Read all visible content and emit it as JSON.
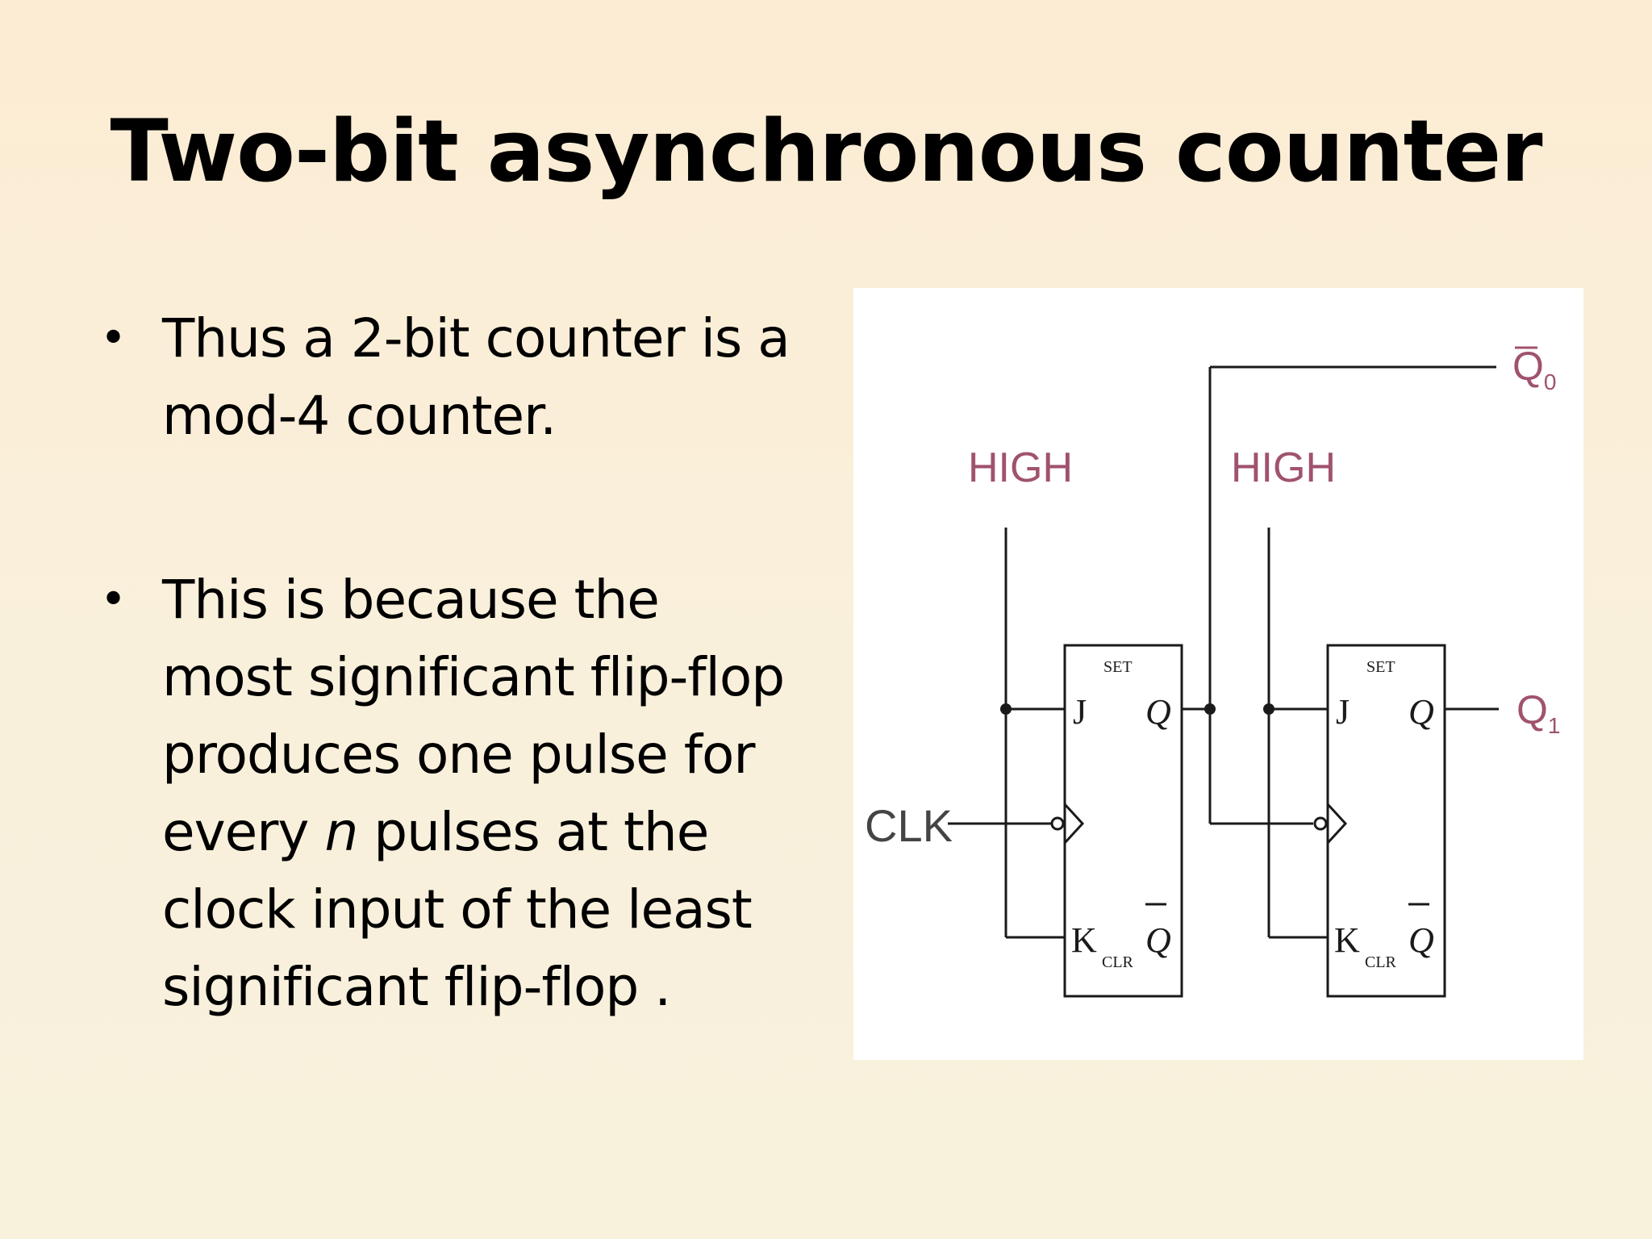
{
  "slide": {
    "title": "Two-bit asynchronous counter",
    "bullets": [
      {
        "lines": [
          "Thus a 2-bit counter is a",
          "mod-4 counter."
        ]
      },
      {
        "lines": [
          "This is because the",
          "most significant flip-flop",
          "produces one pulse for",
          "every ",
          "n",
          " pulses at the",
          "clock input of the least",
          "significant flip-flop ."
        ]
      }
    ]
  },
  "diagram": {
    "high_label_1": "HIGH",
    "high_label_2": "HIGH",
    "clk_label": "CLK",
    "q0_label": "Q",
    "q0_sub": "0",
    "q1_label": "Q",
    "q1_sub": "1",
    "ff1": {
      "j": "J",
      "k": "K",
      "q": "Q",
      "qbar": "Q",
      "set": "SET",
      "clr": "CLR"
    },
    "ff2": {
      "j": "J",
      "k": "K",
      "q": "Q",
      "qbar": "Q",
      "set": "SET",
      "clr": "CLR"
    },
    "colors": {
      "label": "#a0526f",
      "line": "#1a1a1a",
      "clk": "#444444"
    }
  }
}
